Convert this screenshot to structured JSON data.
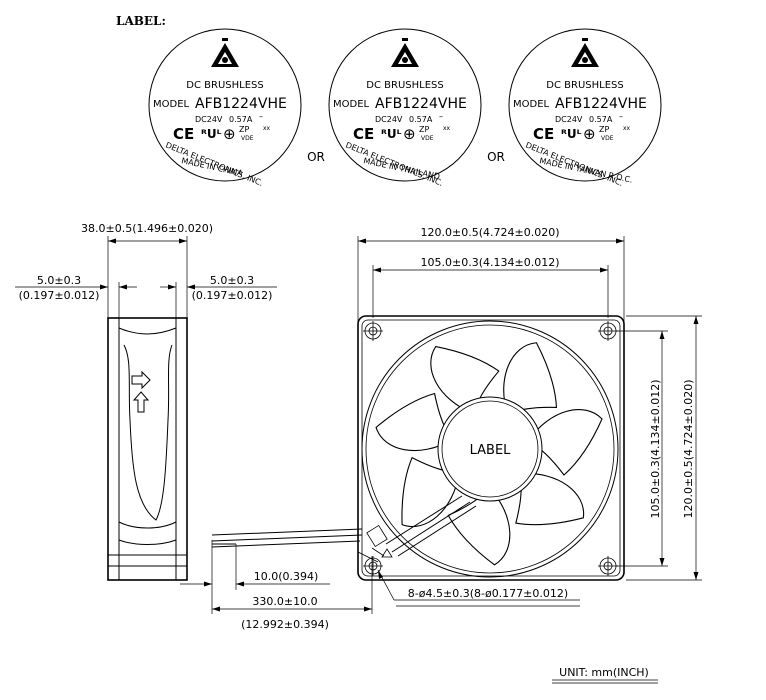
{
  "heading": "LABEL:",
  "labels": [
    {
      "line1": "DC BRUSHLESS",
      "model_prefix": "MODEL",
      "model": "AFB1224VHE",
      "rating_v": "DC24V",
      "rating_a": "0.57A",
      "dash": "–",
      "ce": "CE",
      "ul": "ᴿUᴸ",
      "csa": "⊕",
      "zp": "ZP",
      "vde": "VDE",
      "xx": "xx",
      "company": "DELTA ELECTRONICS, INC.",
      "made_in": "MADE IN CHINA"
    },
    {
      "line1": "DC BRUSHLESS",
      "model_prefix": "MODEL",
      "model": "AFB1224VHE",
      "rating_v": "DC24V",
      "rating_a": "0.57A",
      "dash": "–",
      "ce": "CE",
      "ul": "ᴿUᴸ",
      "csa": "⊕",
      "zp": "ZP",
      "vde": "VDE",
      "xx": "xx",
      "company": "DELTA ELECTRONICS, INC.",
      "made_in": "MADE IN THAILAND"
    },
    {
      "line1": "DC BRUSHLESS",
      "model_prefix": "MODEL",
      "model": "AFB1224VHE",
      "rating_v": "DC24V",
      "rating_a": "0.57A",
      "dash": "–",
      "ce": "CE",
      "ul": "ᴿUᴸ",
      "csa": "⊕",
      "zp": "ZP",
      "vde": "VDE",
      "xx": "xx",
      "company": "DELTA ELECTRONICS, INC.",
      "made_in": "MADE IN TAIWAN R.O.C."
    }
  ],
  "or_text": "OR",
  "side_view": {
    "depth": "38.0±0.5(1.496±0.020)",
    "flange_left_mm": "5.0±0.3",
    "flange_left_in": "(0.197±0.012)",
    "flange_right_mm": "5.0±0.3",
    "flange_right_in": "(0.197±0.012)"
  },
  "front_view": {
    "width": "120.0±0.5(4.724±0.020)",
    "hole_pitch": "105.0±0.3(4.134±0.012)",
    "height_pitch": "105.0±0.3(4.134±0.012)",
    "height": "120.0±0.5(4.724±0.020)",
    "hub_label": "LABEL",
    "holes": "8-ø4.5±0.3(8-ø0.177±0.012)"
  },
  "wire": {
    "strip": "10.0(0.394)",
    "length_mm": "330.0±10.0",
    "length_in": "(12.992±0.394)"
  },
  "unit": "UNIT: mm(INCH)"
}
